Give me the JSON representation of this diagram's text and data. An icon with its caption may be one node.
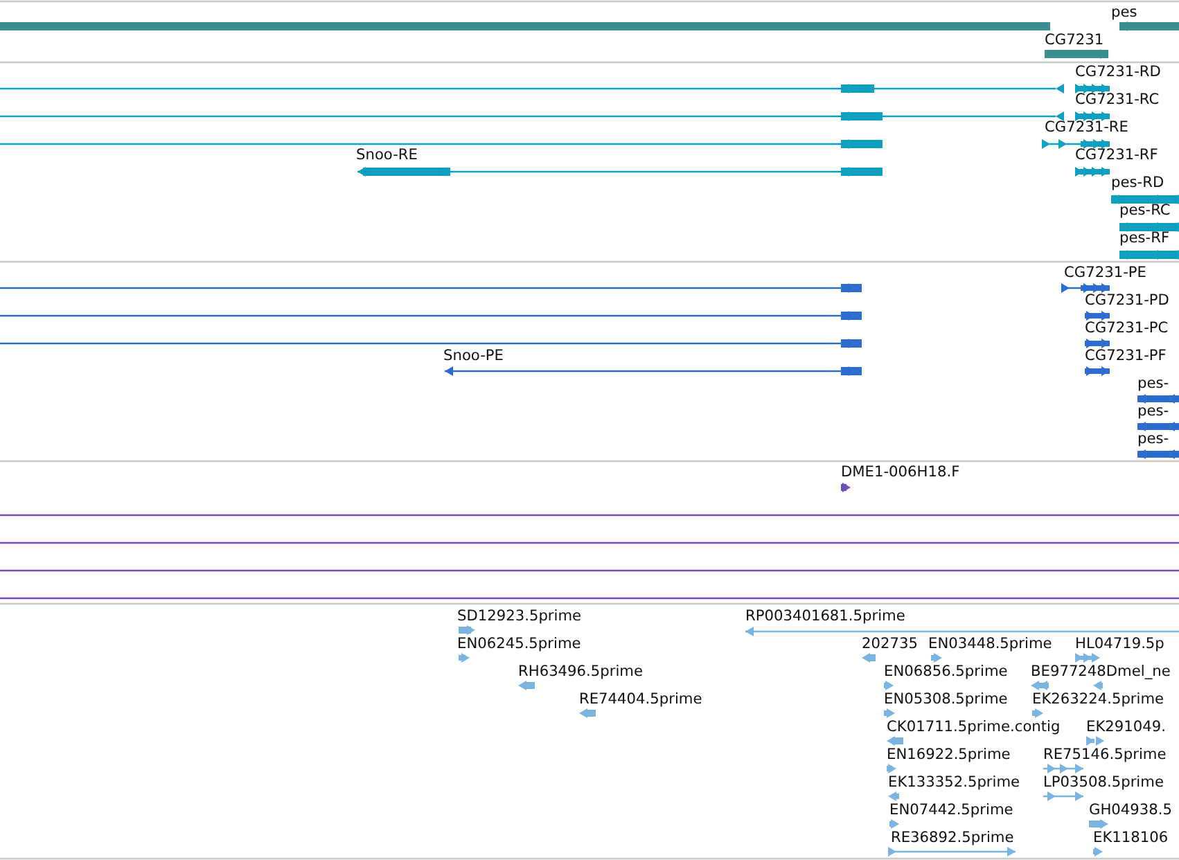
{
  "diagram": {
    "labels": [
      "pes",
      "CG7231",
      "CG7231-RD",
      "CG7231-RC",
      "CG7231-RE",
      "Snoo-RE",
      "CG7231-RF",
      "pes-RD",
      "pes-RC",
      "pes-RF",
      "CG7231-PE",
      "CG7231-PD",
      "CG7231-PC",
      "Snoo-PE",
      "CG7231-PF",
      "pes-",
      "pes-",
      "pes-",
      "DME1-006H18.F",
      "SD12923.5prime",
      "RP003401681.5prime",
      "EN06245.5prime",
      "202735",
      "EN03448.5prime",
      "HL04719.5p",
      "RH63496.5prime",
      "EN06856.5prime",
      "BE977248Dmel_ne",
      "RE74404.5prime",
      "EN05308.5prime",
      "EK263224.5prime",
      "CK01711.5prime.contig",
      "EK291049.",
      "EN16922.5prime",
      "RE75146.5prime",
      "EK133352.5prime",
      "LP03508.5prime",
      "EN07442.5prime",
      "GH04938.5",
      "RE36892.5prime",
      "EK118106"
    ]
  }
}
